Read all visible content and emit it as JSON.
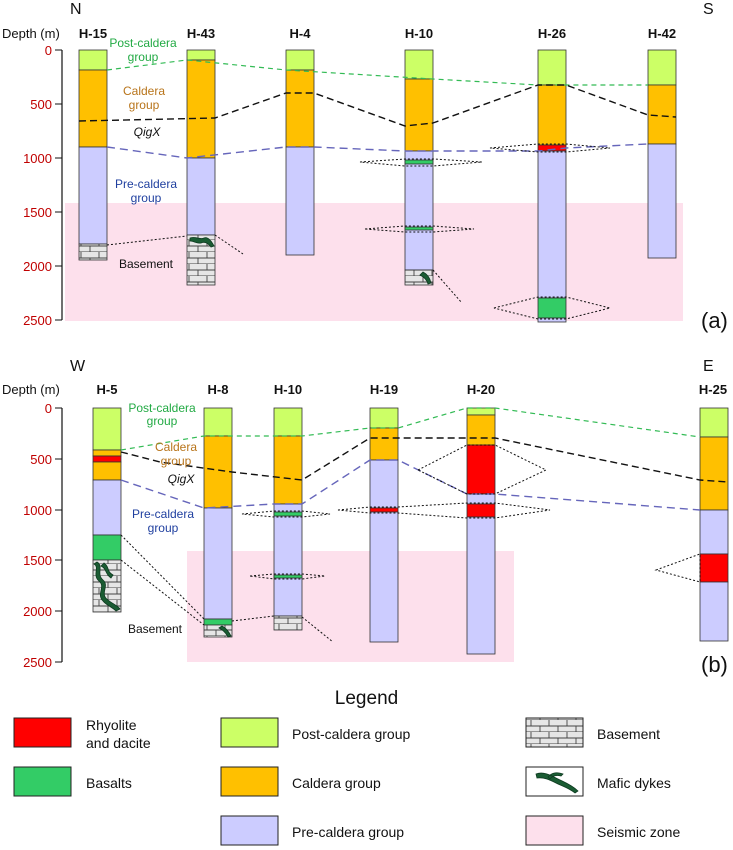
{
  "panels": [
    {
      "id": "a",
      "panel_label": "(a)",
      "left_dir": "N",
      "right_dir": "S",
      "depth_axis_label": "Depth (m)",
      "depth_ticks": [
        "0",
        "500",
        "1000",
        "1500",
        "2000",
        "2500"
      ],
      "group_labels": {
        "post": [
          "Post-caldera",
          "group"
        ],
        "caldera": [
          "Caldera",
          "group"
        ],
        "qigx": "QigX",
        "pre": [
          "Pre-caldera",
          "group"
        ],
        "basement": "Basement"
      },
      "wells": [
        "H-15",
        "H-43",
        "H-4",
        "H-10",
        "H-26",
        "H-42"
      ]
    },
    {
      "id": "b",
      "panel_label": "(b)",
      "left_dir": "W",
      "right_dir": "E",
      "depth_axis_label": "Depth (m)",
      "depth_ticks": [
        "0",
        "500",
        "1000",
        "1500",
        "2000",
        "2500"
      ],
      "group_labels": {
        "post": [
          "Post-caldera",
          "group"
        ],
        "caldera": [
          "Caldera",
          "group"
        ],
        "qigx": "QigX",
        "pre": [
          "Pre-caldera",
          "group"
        ],
        "basement": "Basement"
      },
      "wells": [
        "H-5",
        "H-8",
        "H-10",
        "H-19",
        "H-20",
        "H-25"
      ]
    }
  ],
  "legend": {
    "title": "Legend",
    "items": [
      {
        "key": "rhyolite",
        "label_lines": [
          "Rhyolite",
          "and dacite"
        ],
        "color": "#ff0000"
      },
      {
        "key": "basalts",
        "label_lines": [
          "Basalts"
        ],
        "color": "#33cc66"
      },
      {
        "key": "post",
        "label_lines": [
          "Post-caldera group"
        ],
        "color": "#ccff66"
      },
      {
        "key": "caldera",
        "label_lines": [
          "Caldera group"
        ],
        "color": "#ffc000"
      },
      {
        "key": "pre",
        "label_lines": [
          "Pre-caldera group"
        ],
        "color": "#ccccff"
      },
      {
        "key": "basement",
        "label_lines": [
          "Basement"
        ],
        "color": "#e6e6e6"
      },
      {
        "key": "dykes",
        "label_lines": [
          "Mafic dykes"
        ],
        "color": "#1a5c33"
      },
      {
        "key": "seismic",
        "label_lines": [
          "Seismic zone"
        ],
        "color": "#fde0ec"
      }
    ]
  },
  "colors": {
    "rhyolite": "#ff0000",
    "basalt": "#33cc66",
    "post": "#ccff66",
    "caldera": "#ffc000",
    "pre": "#ccccff",
    "basement": "#e6e6e6",
    "seismic": "#fde0ec",
    "dyke": "#1a5c33",
    "post_line": "#33bb55",
    "pre_line": "#6666bb",
    "caldera_text": "#b8741a",
    "post_text": "#22aa44",
    "pre_text": "#1f3f9f"
  }
}
